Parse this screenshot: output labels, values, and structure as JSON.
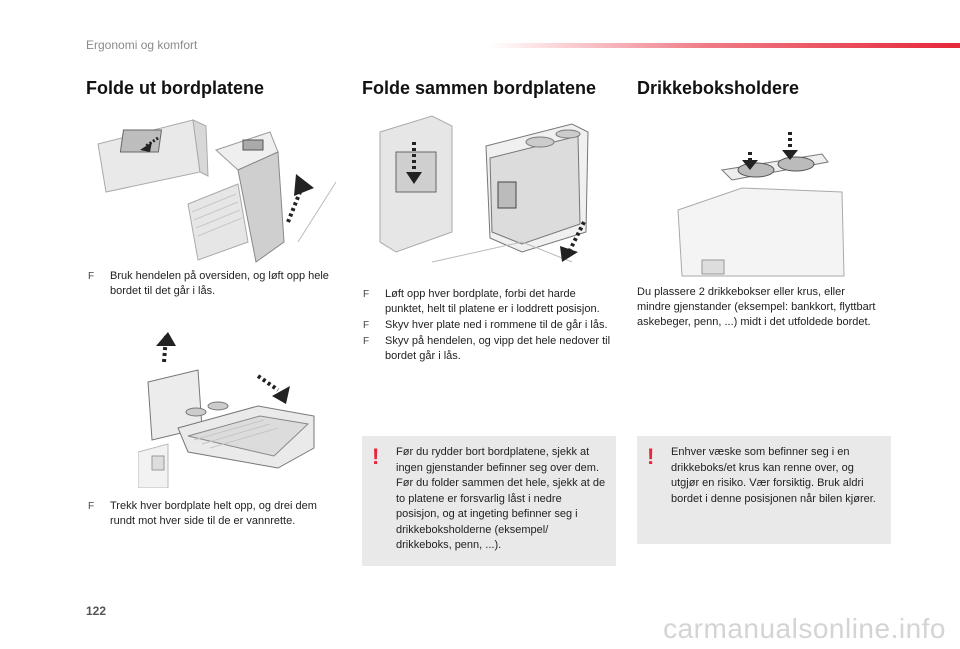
{
  "header": {
    "title": "Ergonomi og komfort",
    "accent_color": "#e52739"
  },
  "sections": {
    "unfold": {
      "heading": "Folde ut bordplatene",
      "step1": "Bruk hendelen på oversiden, og løft opp hele bordet til det går i lås.",
      "step2": "Trekk hver bordplate helt opp, og drei dem rundt mot hver side til de er vannrette."
    },
    "fold": {
      "heading": "Folde sammen bordplatene",
      "steps": [
        "Løft opp hver bordplate, forbi det harde punktet, helt til platene er i loddrett posisjon.",
        "Skyv hver plate ned i rommene til de går i lås.",
        "Skyv på hendelen, og vipp det hele nedover til bordet går i lås."
      ],
      "warning": "Før du rydder bort bordplatene, sjekk at ingen gjenstander befinner seg over dem. Før du folder sammen det hele, sjekk at de to platene er forsvarlig låst i nedre posisjon, og at ingeting befinner seg i drikkeboksholderne (eksempel/ drikkeboks, penn, ...)."
    },
    "cupholder": {
      "heading": "Drikkeboksholdere",
      "text": "Du plassere 2 drikkebokser eller krus, eller mindre gjenstander (eksempel: bankkort, flyttbart askebeger, penn, ...) midt i det utfoldede bordet.",
      "warning": "Enhver væske som befinner seg i en drikkeboks/et krus kan renne over, og utgjør en risiko. Vær forsiktig. Bruk aldri bordet i denne posisjonen når bilen kjører."
    }
  },
  "icons": {
    "bullet": "F",
    "warning": "!"
  },
  "page_number": "122",
  "watermark": "carmanualsonline.info"
}
